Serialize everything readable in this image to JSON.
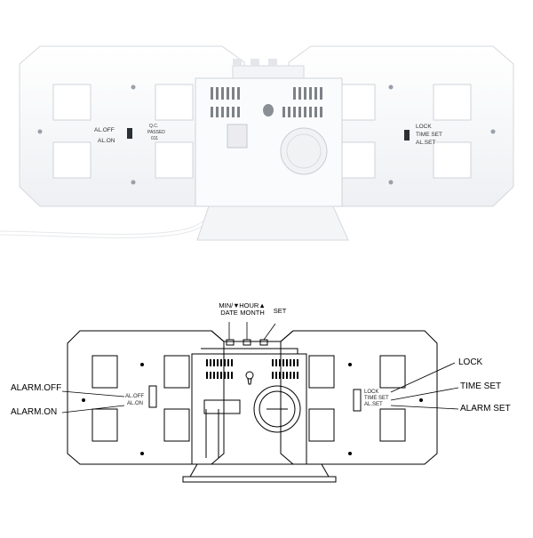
{
  "photo": {
    "switch_left": {
      "off": "AL.OFF",
      "on": "AL.ON"
    },
    "switch_right": {
      "lock": "LOCK",
      "time_set": "TIME SET",
      "al_set": "AL.SET"
    },
    "qc_sticker": [
      "Q.C.",
      "PASSED",
      "011"
    ]
  },
  "diagram": {
    "top_buttons": [
      {
        "line1": "MIN/▼",
        "line2": "DATE"
      },
      {
        "line1": "HOUR▲",
        "line2": "MONTH"
      },
      {
        "line1": "SET",
        "line2": ""
      }
    ],
    "left_callouts": {
      "alarm_off": "ALARM.OFF",
      "alarm_on": "ALARM.ON"
    },
    "left_switch_small": {
      "off": "AL.OFF",
      "on": "AL.ON"
    },
    "right_callouts": {
      "lock": "LOCK",
      "time_set": "TIME SET",
      "alarm_set": "ALARM SET"
    },
    "right_switch_small": {
      "lock": "LOCK",
      "time_set": "TIME SET",
      "al_set": "AL.SET"
    }
  }
}
